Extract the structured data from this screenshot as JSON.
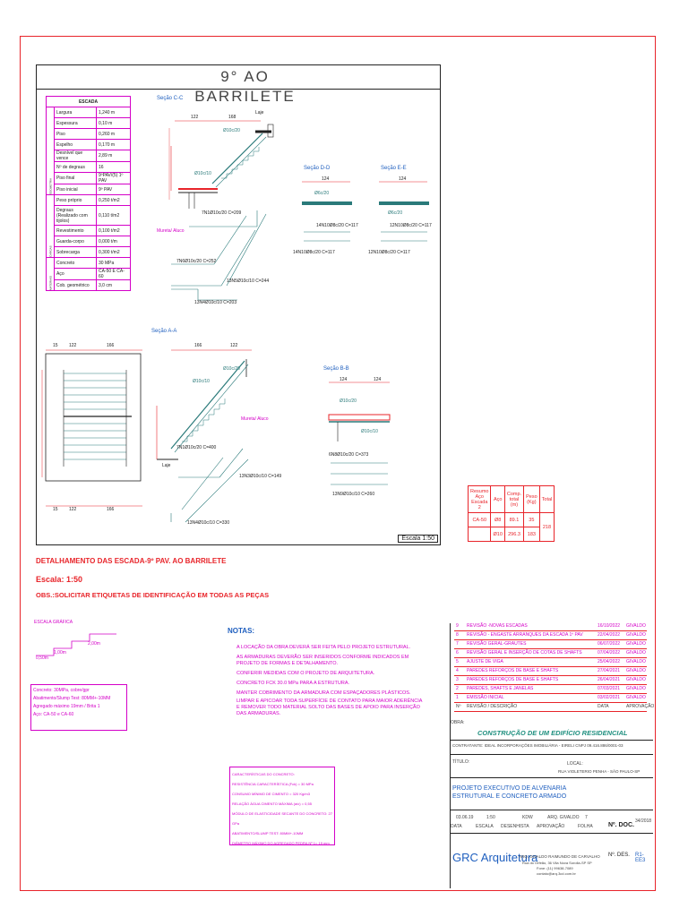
{
  "sheet": {
    "title": "9° AO BARRILETE",
    "scale_stamp": "Escala 1:50",
    "detail_title": "DETALHAMENTO DAS ESCADA-9º PAV. AO BARRILETE",
    "detail_scale": "Escala: 1:50",
    "detail_obs": "OBS.:SOLICITAR ETIQUETAS DE IDENTIFICAÇÃO EM TODAS AS PEÇAS"
  },
  "spec_table": {
    "header": "ESCADA",
    "groups": [
      "GEOMETRIA",
      "CARGAS",
      "MATERIAIS"
    ],
    "rows": [
      {
        "label": "Largura",
        "value": "1,240 m"
      },
      {
        "label": "Espessura",
        "value": "0,10 m"
      },
      {
        "label": "Piso",
        "value": "0,260 m"
      },
      {
        "label": "Espelho",
        "value": "0,170 m"
      },
      {
        "label": "Desnível que vence",
        "value": "2,89 m"
      },
      {
        "label": "Nº de degraus",
        "value": "16"
      },
      {
        "label": "Piso final",
        "value": "9ºPAV/(5) 1º PAV"
      },
      {
        "label": "Piso inicial",
        "value": "9º PAV"
      },
      {
        "label": "Peso próprio",
        "value": "0,250 t/m2"
      },
      {
        "label": "Degraus (Realizado com tijolos)",
        "value": "0,110 t/m2"
      },
      {
        "label": "Revestimento",
        "value": "0,100 t/m2"
      },
      {
        "label": "Guarda-corpo",
        "value": "0,000 t/m"
      },
      {
        "label": "Sobrecarga",
        "value": "0,300 t/m2"
      },
      {
        "label": "Concreto",
        "value": "30 MPa"
      },
      {
        "label": "Aço",
        "value": "CA-50 E CA-60"
      },
      {
        "label": "Cob. geométrico",
        "value": "3,0 cm"
      }
    ]
  },
  "sections": {
    "cc": "Seção C-C",
    "dd": "Seção D-D",
    "ee": "Seção E-E",
    "aa": "Seção A-A",
    "bb": "Seção B-B",
    "laje": "Laje",
    "mureta": "Mureta/ Aluco",
    "dims_cc": [
      "122",
      "168"
    ],
    "dims_dd": "124",
    "dims_ee": "124",
    "dims_aa": [
      "166",
      "122"
    ],
    "dims_bb": [
      "124",
      "124"
    ],
    "dims_plan_top": [
      "15",
      "122",
      "166"
    ],
    "dims_plan_bottom": [
      "15",
      "122",
      "166"
    ],
    "bars": {
      "cc": [
        "Ø10c/20",
        "Ø10c/10",
        "7N1Ø10c/20 C=209",
        "7N6Ø10c/20 C=252",
        "13N5Ø10c/10 C=244",
        "13N4Ø10c/10 C=203"
      ],
      "dd": [
        "Ø6c/20",
        "14N10Ø8c/20 C=117",
        "14N10Ø8c/20 C=117"
      ],
      "ee": [
        "Ø6c/20",
        "12N10Ø8c/20 C=117",
        "12N10Ø8c/20 C=117"
      ],
      "aa": [
        "Ø10c/20",
        "Ø10c/10",
        "7N1Ø10c/20 C=400",
        "13N3Ø10c/10 C=149",
        "13N4Ø10c/10 C=330"
      ],
      "bb": [
        "Ø10c/20",
        "Ø10c/10",
        "6N8Ø10c/20 C=373",
        "13N9Ø10c/10 C=260"
      ]
    }
  },
  "resumo": {
    "headers": [
      "Resumo Aço Escada 2",
      "Aço",
      "Comp. total (m)",
      "Peso (Kg)",
      "Total"
    ],
    "rows": [
      {
        "cell1": "CA-50",
        "aco": "Ø8",
        "comp": "89.1",
        "peso": "35",
        "total": "218"
      },
      {
        "cell1": "",
        "aco": "Ø10",
        "comp": "296.3",
        "peso": "183",
        "total": ""
      }
    ]
  },
  "escala_grafica": {
    "label": "ESCALA GRÁFICA",
    "dims": [
      "2,00m",
      "1,00m",
      "0,50m"
    ],
    "info": [
      "Concreto: 30MPa, cobre/gpr",
      "Abatimento/Slump Test: 80MM+-10MM",
      "Agregado máximo 19mm / Brita 1",
      "Aço: CA-50 e CA-60"
    ]
  },
  "notas": {
    "title": "NOTAS:",
    "items": [
      "A LOCAÇÃO DA OBRA DEVERÁ SER FEITA PELO PROJETO ESTRUTURAL.",
      "AS ARMADURAS DEVERÃO SER INSERIDOS CONFORME INDICADOS EM PROJETO DE FORMAS E DETALHAMENTO.",
      "CONFERIR MEDIDAS COM O PROJETO DE ARQUITETURA.",
      "CONCRETO FCK 30.0 MPa PARA A ESTRUTURA.",
      "MANTER COBRIMENTO DA ARMADURA COM ESPAÇADORES PLÁSTICOS.",
      "LIMPAR E APICOAR TODA SUPERFÍCIE DE CONTATO PARA MAIOR ADERÊNCIA E REMOVER TODO MATERIAL SOLTO DAS BASES DE APOIO PARA INSERÇÃO DAS ARMADURAS."
    ],
    "concrete_box": [
      "CARACTERÍSTICAS DO CONCRETO:",
      "RESISTÊNCIA CARACTERÍSTICA (Fck) = 30 MPa",
      "CONSUMO MÍNIMO DE CIMENTO = 320 Kg/m3",
      "RELAÇÃO ÁGUA CIMENTO MÁXIMA (a/c) = 0,55",
      "MÓDULO DE ELASTICIDADE SECANTE DO CONCRETO: 27 GPa",
      "ABATIMENTO/SLUMP TEST: 80MM+-10MM",
      "DIÂMETRO MÁXIMO DO AGREGADO PEDRA Nº 1= 19 mm"
    ]
  },
  "revisions": [
    {
      "n": "9",
      "desc": "REVISÃO -NOVAS ESCADAS",
      "date": "16/10/2022",
      "by": "GIVALDO"
    },
    {
      "n": "8",
      "desc": "REVISÃO - ENGASTE ARRANQUES DA ESCADA 1º PAV",
      "date": "22/04/2022",
      "by": "GIVALDO"
    },
    {
      "n": "7",
      "desc": "REVISÃO GERAL-GRAUTES",
      "date": "06/07/2022",
      "by": "GIVALDO"
    },
    {
      "n": "6",
      "desc": "REVISÃO GERAL E INSERÇÃO DE COTAS DE SHAFTS",
      "date": "07/04/2022",
      "by": "GIVALDO"
    },
    {
      "n": "5",
      "desc": "AJUSTE DE VIGA",
      "date": "25/04/2022",
      "by": "GIVALDO"
    },
    {
      "n": "4",
      "desc": "PAREDES REFORÇOS DE BASE E SHAFTS",
      "date": "27/04/2021",
      "by": "GIVALDO"
    },
    {
      "n": "3",
      "desc": "PAREDES REFORÇOS DE BASE E SHAFTS",
      "date": "26/04/2021",
      "by": "GIVALDO"
    },
    {
      "n": "2",
      "desc": "PAREDES, SHAFTS E JANELAS",
      "date": "07/03/2021",
      "by": "GIVALDO"
    },
    {
      "n": "1",
      "desc": "EMISSÃO INICIAL",
      "date": "03/02/2021",
      "by": "GIVALDO"
    },
    {
      "n": "Nº",
      "desc": "REVISÃO / DESCRIÇÃO",
      "date": "DATA",
      "by": "APROVAÇÃO"
    }
  ],
  "title_block": {
    "obra_label": "OBRA:",
    "obra": "CONSTRUÇÃO DE UM EDIFÍCIO RESIDENCIAL",
    "contratante": "CONTRATANTE: IDEAL INCORPORAÇÕES IMOBILIÁRIA - EIRELI CNPJ 09.416.886/0001-03",
    "titulo_label": "TÍTULO:",
    "local_label": "LOCAL:",
    "local": "RUA VIOLETERIO PENHA - SÃO PAULO-SP",
    "projeto": "PROJETO EXECUTIVO DE ALVENARIA ESTRUTURAL E CONCRETO ARMADO",
    "data": "03.06.19",
    "escala": "1:50",
    "desenho": "KDW",
    "aprovacao": "ARQ. GIVALDO",
    "folha": "7",
    "labels": [
      "DATA",
      "ESCALA",
      "DESENHISTA",
      "APROVAÇÃO",
      "FOLHA"
    ],
    "doc_label": "Nº. DOC.",
    "doc": "34/2018",
    "des_label": "Nº. DES.",
    "des": "R1-EE3",
    "company": "GRC Arquitetura",
    "architect": "ARQ. GIVALDO RAIMUNDO DE CARVALHO",
    "address": "Rua do Orfeão, 36 Vila Nova Sorolla-SP SP",
    "phone": "Fone: (11) 99638-7089",
    "email": "contato@arq.3cd.com.br"
  },
  "colors": {
    "frame": "#e8242a",
    "magenta": "#d400c8",
    "teal": "#2a7a7a",
    "blue": "#1f5fbf"
  }
}
